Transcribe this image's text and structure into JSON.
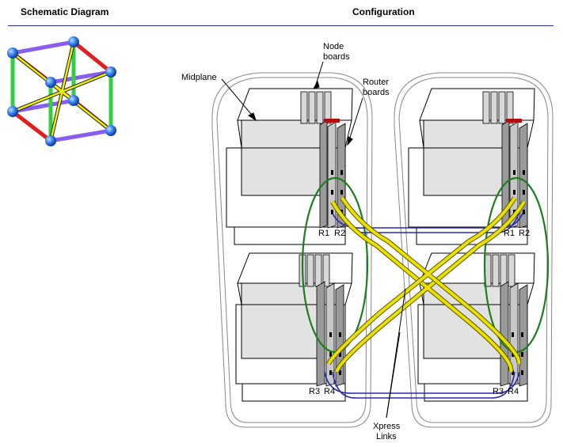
{
  "headers": {
    "left": "Schematic Diagram",
    "right": "Configuration"
  },
  "labels": {
    "node_boards_1": "Node",
    "node_boards_2": "boards",
    "midplane": "Midplane",
    "router_boards_1": "Router",
    "router_boards_2": "boards",
    "r1_left": "R1",
    "r2_left": "R2",
    "r1_right": "R1",
    "r2_right": "R2",
    "r3_left": "R3",
    "r4_left": "R4",
    "r3_right": "R3",
    "r4_right": "R4",
    "xpress_1": "Xpress",
    "xpress_2": "Links"
  },
  "colors": {
    "rule": "#2a2aa8",
    "node": "#2f6fe0",
    "edge_red": "#e02020",
    "edge_purple": "#8a5cf0",
    "edge_green": "#30d040",
    "edge_yellow": "#f0f000",
    "cable_green": "#1e7d1e",
    "cable_yellow": "#e6d800",
    "cable_blue": "#2a2aa8"
  }
}
